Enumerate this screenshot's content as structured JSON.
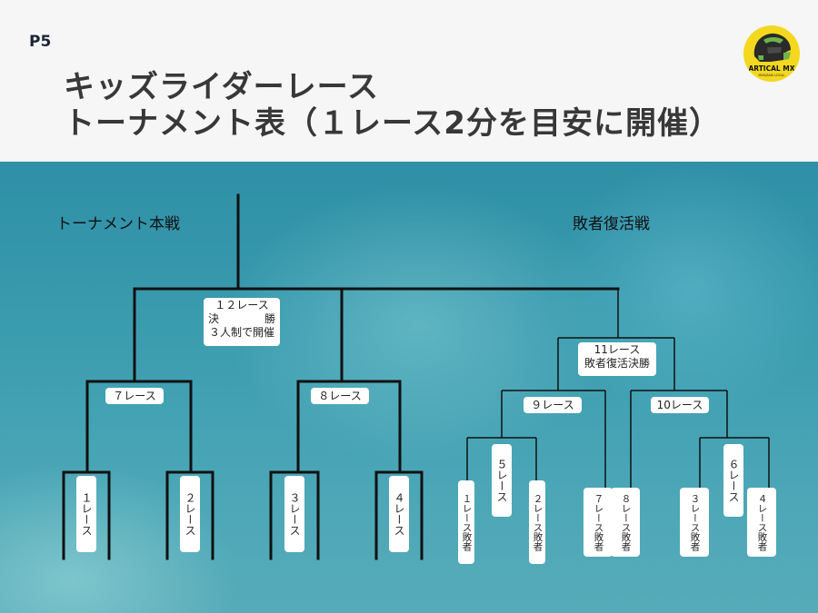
{
  "page_number": "P5",
  "title": {
    "line1": "キッズライダーレース",
    "line2": "トーナメント表（１レース2分を目安に開催）"
  },
  "logo": {
    "name": "ARTICAL MX",
    "sub": "MIYAZAKI LOCAL",
    "icon": "motocross-helmet-icon"
  },
  "sections": {
    "main": "トーナメント本戦",
    "repechage": "敗者復活戦"
  },
  "main_bracket": {
    "final": {
      "line1": "１２レース",
      "line2_left": "決",
      "line2_right": "勝",
      "line3": "３人制で開催"
    },
    "semi_left": "７レース",
    "semi_right": "８レース",
    "races": [
      "１レース",
      "２レース",
      "３レース",
      "４レース"
    ]
  },
  "repechage_bracket": {
    "final": {
      "line1": "11レース",
      "line2": "敗者復活決勝"
    },
    "semi_left": "９レース",
    "semi_right": "10レース",
    "race5": "５レース",
    "race6": "６レース",
    "losers": [
      "１レース敗者",
      "２レース敗者",
      "７レース敗者",
      "８レース敗者",
      "３レース敗者",
      "４レース敗者"
    ]
  },
  "colors": {
    "line": "#111111",
    "label_bg": "#ffffff",
    "logo_bg": "#f3d81f"
  }
}
